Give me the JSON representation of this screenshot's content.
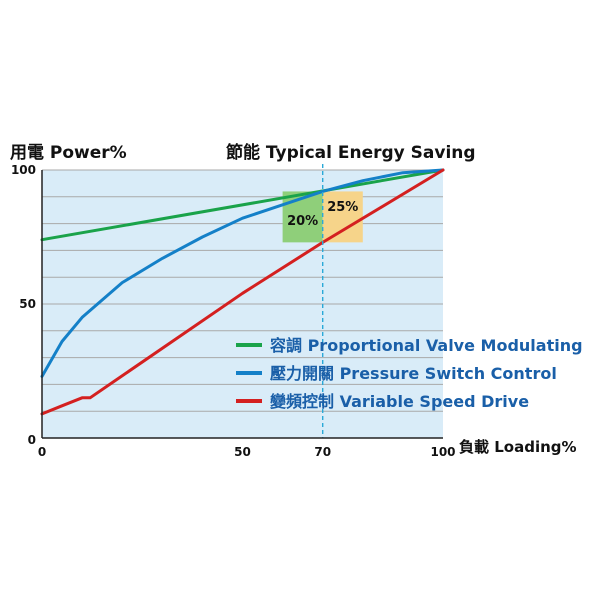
{
  "chart_data": {
    "type": "line",
    "title": "節能 Typical Energy Saving",
    "ylabel": "用電 Power%",
    "xlabel": "負載 Loading%",
    "xlim": [
      0,
      100
    ],
    "ylim": [
      0,
      100
    ],
    "x_ticks": [
      "0",
      "50",
      "70",
      "100"
    ],
    "y_ticks": [
      "0",
      "50",
      "100"
    ],
    "grid": true,
    "legend_position": "bottom-right",
    "series": [
      {
        "name": "容調 Proportional Valve Modulating",
        "label_zh": "容調",
        "label_en": "Proportional Valve Modulating",
        "color": "#1aa34a",
        "x": [
          0,
          100
        ],
        "y": [
          74,
          100
        ]
      },
      {
        "name": "壓力開關 Pressure Switch Control",
        "label_zh": "壓力開關",
        "label_en": "Pressure Switch Control",
        "color": "#1480c8",
        "x": [
          0,
          5,
          10,
          20,
          30,
          40,
          50,
          60,
          70,
          80,
          90,
          100
        ],
        "y": [
          23,
          36,
          45,
          58,
          67,
          75,
          82,
          87,
          92,
          96,
          99,
          100
        ]
      },
      {
        "name": "變頻控制 Variable Speed Drive",
        "label_zh": "變頻控制",
        "label_en": "Variable Speed Drive",
        "color": "#d42020",
        "x": [
          0,
          5,
          10,
          12,
          50,
          70,
          100
        ],
        "y": [
          9,
          12,
          15,
          15,
          54,
          73,
          100
        ]
      }
    ],
    "reference_line": {
      "x": 70,
      "color": "#2aa9d8",
      "style": "dashed"
    },
    "annotations": [
      {
        "label": "20%",
        "x_from": 60,
        "x_to": 70,
        "y_from": 73,
        "y_to": 92,
        "color": "#8fcf7a"
      },
      {
        "label": "25%",
        "x_from": 70,
        "x_to": 80,
        "y_from": 73,
        "y_to": 92,
        "color": "#f6d48a"
      }
    ],
    "plot_background": "#d9ecf8"
  }
}
